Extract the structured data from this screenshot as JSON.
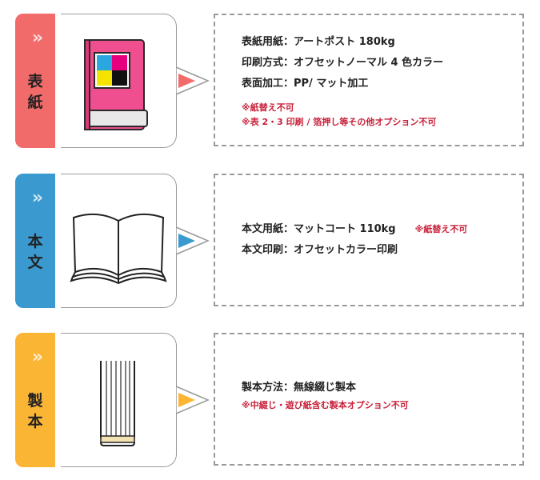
{
  "colors": {
    "cover": "#f26b6b",
    "body": "#3a99cf",
    "binding": "#fbb534",
    "note": "#c8213a"
  },
  "sections": [
    {
      "label": "表紙",
      "chevron": "»",
      "icon": "book-cmyk-icon",
      "lines": [
        "表紙用紙：アートポスト 180kg",
        "印刷方式：オフセットノーマル 4 色カラー",
        "表面加工：PP/ マット加工"
      ],
      "notes": [
        "※紙替え不可",
        "※表 2・3 印刷 / 箔押し等その他オプション不可"
      ]
    },
    {
      "label": "本文",
      "chevron": "»",
      "icon": "open-book-icon",
      "lines": [
        "本文用紙：マットコート 110kg",
        "本文印刷：オフセットカラー印刷"
      ],
      "inline_note": "※紙替え不可"
    },
    {
      "label": "製本",
      "chevron": "»",
      "icon": "book-spine-icon",
      "lines": [
        "製本方法：無線綴じ製本"
      ],
      "notes": [
        "※中綴じ・遊び紙含む製本オプション不可"
      ]
    }
  ]
}
